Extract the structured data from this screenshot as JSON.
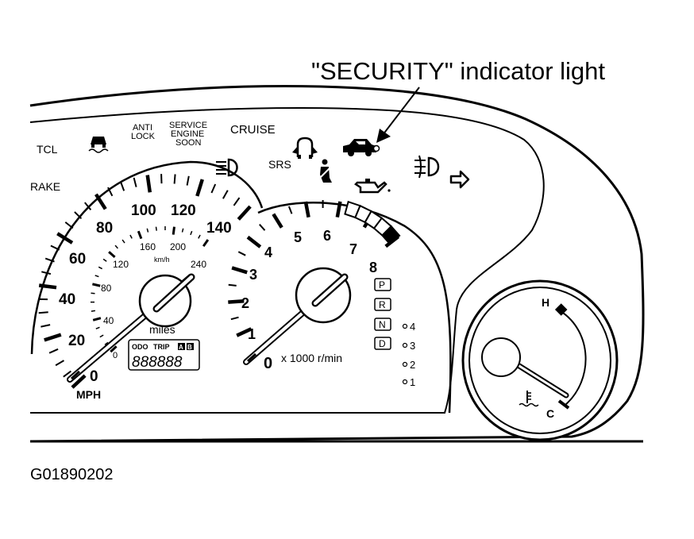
{
  "callout": {
    "label": "\"SECURITY\" indicator light"
  },
  "figure_id": "G01890202",
  "warning_labels": {
    "tcl": "TCL",
    "brake": "RAKE",
    "anti_lock_1": "ANTI",
    "anti_lock_2": "LOCK",
    "service_1": "SERVICE",
    "service_2": "ENGINE",
    "service_3": "SOON",
    "cruise": "CRUISE",
    "srs": "SRS"
  },
  "speedometer": {
    "mph_labels": [
      "0",
      "20",
      "40",
      "60",
      "80",
      "100",
      "120",
      "140"
    ],
    "kmh_labels": [
      "0",
      "40",
      "80",
      "120",
      "160",
      "200",
      "240"
    ],
    "kmh_unit": "km/h",
    "unit": "MPH",
    "miles": "miles",
    "odo_label": "ODO",
    "trip_label": "TRIP",
    "trip_a": "A",
    "trip_b": "B",
    "odometer_value": "888888"
  },
  "tachometer": {
    "labels": [
      "0",
      "1",
      "2",
      "3",
      "4",
      "5",
      "6",
      "7",
      "8"
    ],
    "unit": "x 1000 r/min"
  },
  "gear_indicator": {
    "letters": [
      "P",
      "R",
      "N",
      "D"
    ],
    "numbers": [
      "4",
      "3",
      "2",
      "1"
    ]
  },
  "temp_gauge": {
    "hot": "H",
    "cold": "C"
  },
  "icons": [
    "traction-control-icon",
    "headlight-icon",
    "door-ajar-icon",
    "security-car-icon",
    "seatbelt-icon",
    "oil-can-icon",
    "fog-light-icon",
    "turn-signal-icon",
    "thermometer-icon"
  ]
}
